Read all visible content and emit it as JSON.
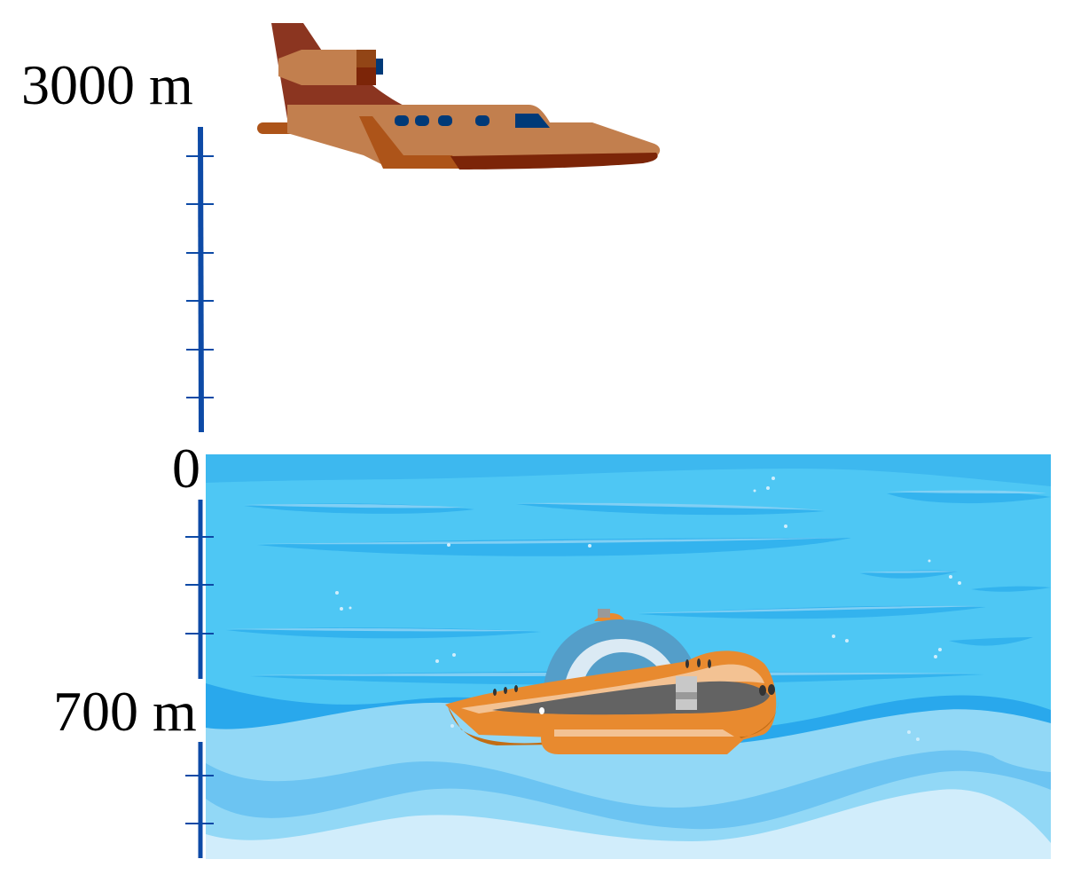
{
  "labels": {
    "plane_altitude": "3000 m",
    "sea_level": "0",
    "sub_depth": "700 m"
  },
  "scale": {
    "above": {
      "ticks": 6,
      "unit": "m",
      "top_value": 3000
    },
    "below": {
      "ticks": 5,
      "unit": "m",
      "marked_value": 700
    }
  },
  "objects": {
    "plane": "airplane",
    "submarine": "submarine",
    "water": "sea"
  },
  "colors": {
    "axis": "#0d4aa6",
    "sea_top": "#3db8ef",
    "sea_mid": "#4ec7f4",
    "sea_deep_wave": "#29a8ec",
    "sea_light": "#92d8f6",
    "sea_lighter": "#d1edfb",
    "plane_body": "#c27f4e",
    "plane_dark": "#8b3520",
    "sub_orange": "#e88a2f"
  }
}
